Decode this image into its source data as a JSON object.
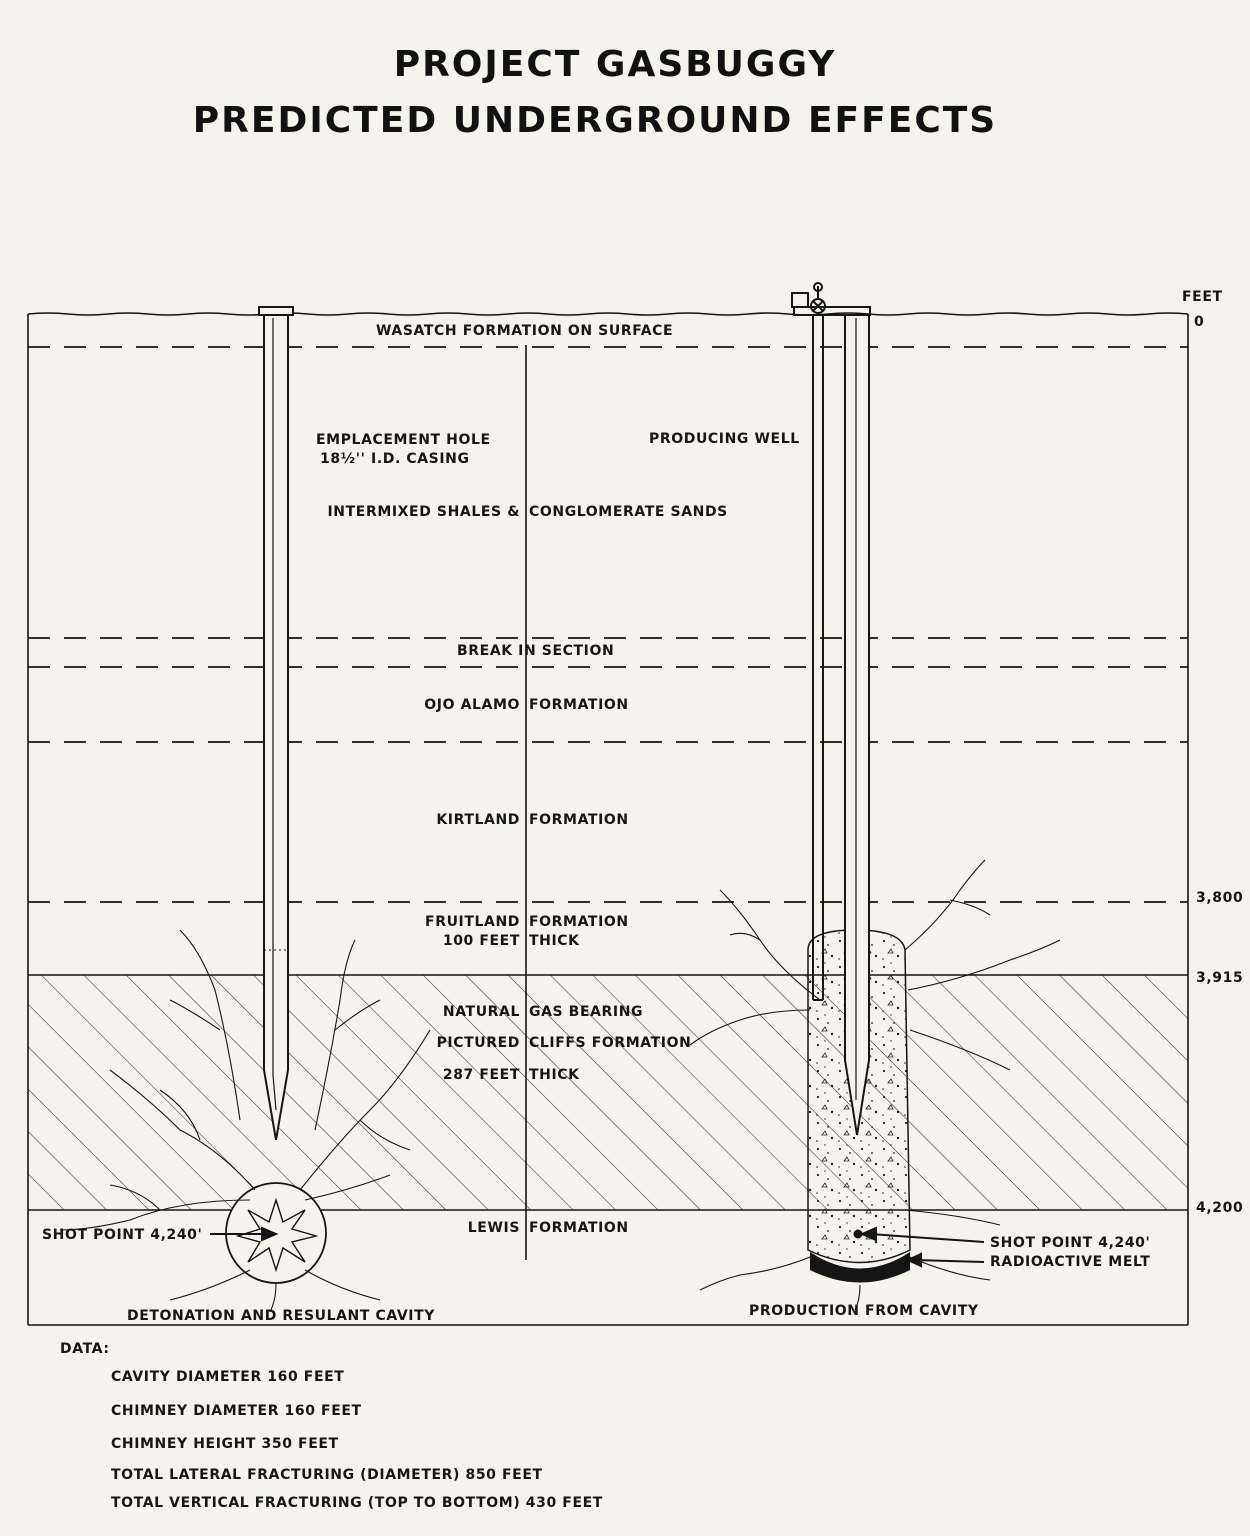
{
  "title": {
    "line1": "PROJECT GASBUGGY",
    "line2": "PREDICTED UNDERGROUND EFFECTS"
  },
  "depth_scale": {
    "unit_label": "FEET",
    "ticks": [
      "0",
      "3,800",
      "3,915",
      "4,200"
    ]
  },
  "labels": {
    "surface": "WASATCH FORMATION ON SURFACE",
    "emplacement_hole_1": "EMPLACEMENT HOLE",
    "emplacement_hole_2": "18½'' I.D. CASING",
    "producing_well": "PRODUCING WELL",
    "intermixed_left": "INTERMIXED SHALES &",
    "intermixed_right": "CONGLOMERATE SANDS",
    "break": "BREAK IN SECTION",
    "ojo_left": "OJO ALAMO",
    "ojo_right": "FORMATION",
    "kirtland_left": "KIRTLAND",
    "kirtland_right": "FORMATION",
    "fruitland_left_1": "FRUITLAND",
    "fruitland_left_2": "100 FEET",
    "fruitland_right_1": "FORMATION",
    "fruitland_right_2": "THICK",
    "gas_left_1": "NATURAL",
    "gas_left_2": "PICTURED",
    "gas_left_3": "287 FEET",
    "gas_right_1": "GAS BEARING",
    "gas_right_2": "CLIFFS FORMATION",
    "gas_right_3": "THICK",
    "lewis_left": "LEWIS",
    "lewis_right": "FORMATION",
    "shot_left": "SHOT POINT 4,240'",
    "shot_right": "SHOT POINT 4,240'",
    "radioactive_melt": "RADIOACTIVE MELT",
    "detonation": "DETONATION AND RESULANT CAVITY",
    "production": "PRODUCTION FROM CAVITY"
  },
  "data": {
    "heading": "DATA:",
    "items": [
      "CAVITY DIAMETER 160 FEET",
      "CHIMNEY DIAMETER 160 FEET",
      "CHIMNEY HEIGHT 350 FEET",
      "TOTAL LATERAL FRACTURING (DIAMETER) 850 FEET",
      "TOTAL VERTICAL FRACTURING (TOP TO BOTTOM) 430 FEET"
    ]
  },
  "colors": {
    "paper": "#f6f3ec",
    "ink": "#161616"
  }
}
